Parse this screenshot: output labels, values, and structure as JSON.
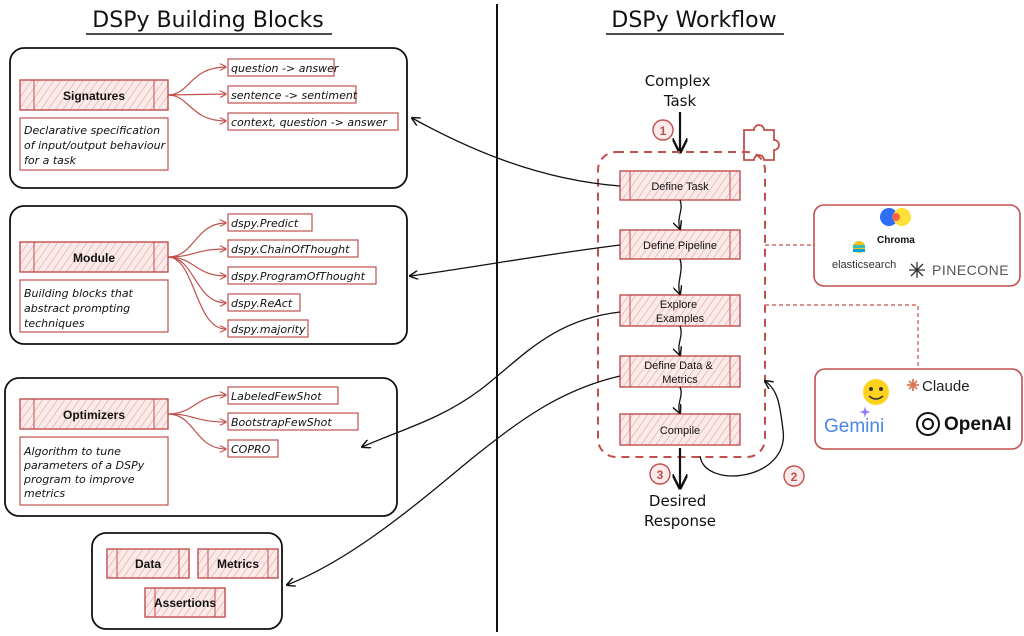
{
  "left_panel": {
    "title": "DSPy Building Blocks",
    "signatures": {
      "label": "Signatures",
      "description": [
        "Declarative specification",
        "of input/output behaviour",
        "for a task"
      ],
      "examples": [
        "question -> answer",
        "sentence -> sentiment",
        "context, question -> answer"
      ]
    },
    "module": {
      "label": "Module",
      "description": [
        "Building blocks that",
        "abstract prompting",
        "techniques"
      ],
      "examples": [
        "dspy.Predict",
        "dspy.ChainOfThought",
        "dspy.ProgramOfThought",
        "dspy.ReAct",
        "dspy.majority"
      ]
    },
    "optimizers": {
      "label": "Optimizers",
      "description": [
        "Algorithm to tune",
        "parameters of a DSPy",
        "program to improve",
        "metrics"
      ],
      "examples": [
        "LabeledFewShot",
        "BootstrapFewShot",
        "COPRO"
      ]
    },
    "data_group": {
      "items": [
        "Data",
        "Metrics",
        "Assertions"
      ]
    }
  },
  "right_panel": {
    "title": "DSPy Workflow",
    "input_label": [
      "Complex",
      "Task"
    ],
    "output_label": [
      "Desired",
      "Response"
    ],
    "steps": [
      "Define Task",
      "Define Pipeline",
      "Explore Examples",
      "Define Data & Metrics",
      "Compile"
    ],
    "step_lines": [
      [
        "Define Task"
      ],
      [
        "Define Pipeline"
      ],
      [
        "Explore",
        "Examples"
      ],
      [
        "Define Data &",
        "Metrics"
      ],
      [
        "Compile"
      ]
    ],
    "markers": [
      "1",
      "2",
      "3"
    ],
    "vector_stores": [
      "Chroma",
      "elasticsearch",
      "PINECONE"
    ],
    "llm_providers": [
      "Claude",
      "Gemini",
      "OpenAI"
    ]
  },
  "colors": {
    "accent": "#c0504d",
    "accent_fill": "#fbeaea",
    "ink": "#111111",
    "dashed_border": "#c0504d"
  },
  "icons": [
    "puzzle-icon",
    "chroma-logo-icon",
    "elasticsearch-logo-icon",
    "pinecone-logo-icon",
    "huggingface-logo-icon",
    "claude-logo-icon",
    "gemini-logo-icon",
    "openai-logo-icon"
  ]
}
